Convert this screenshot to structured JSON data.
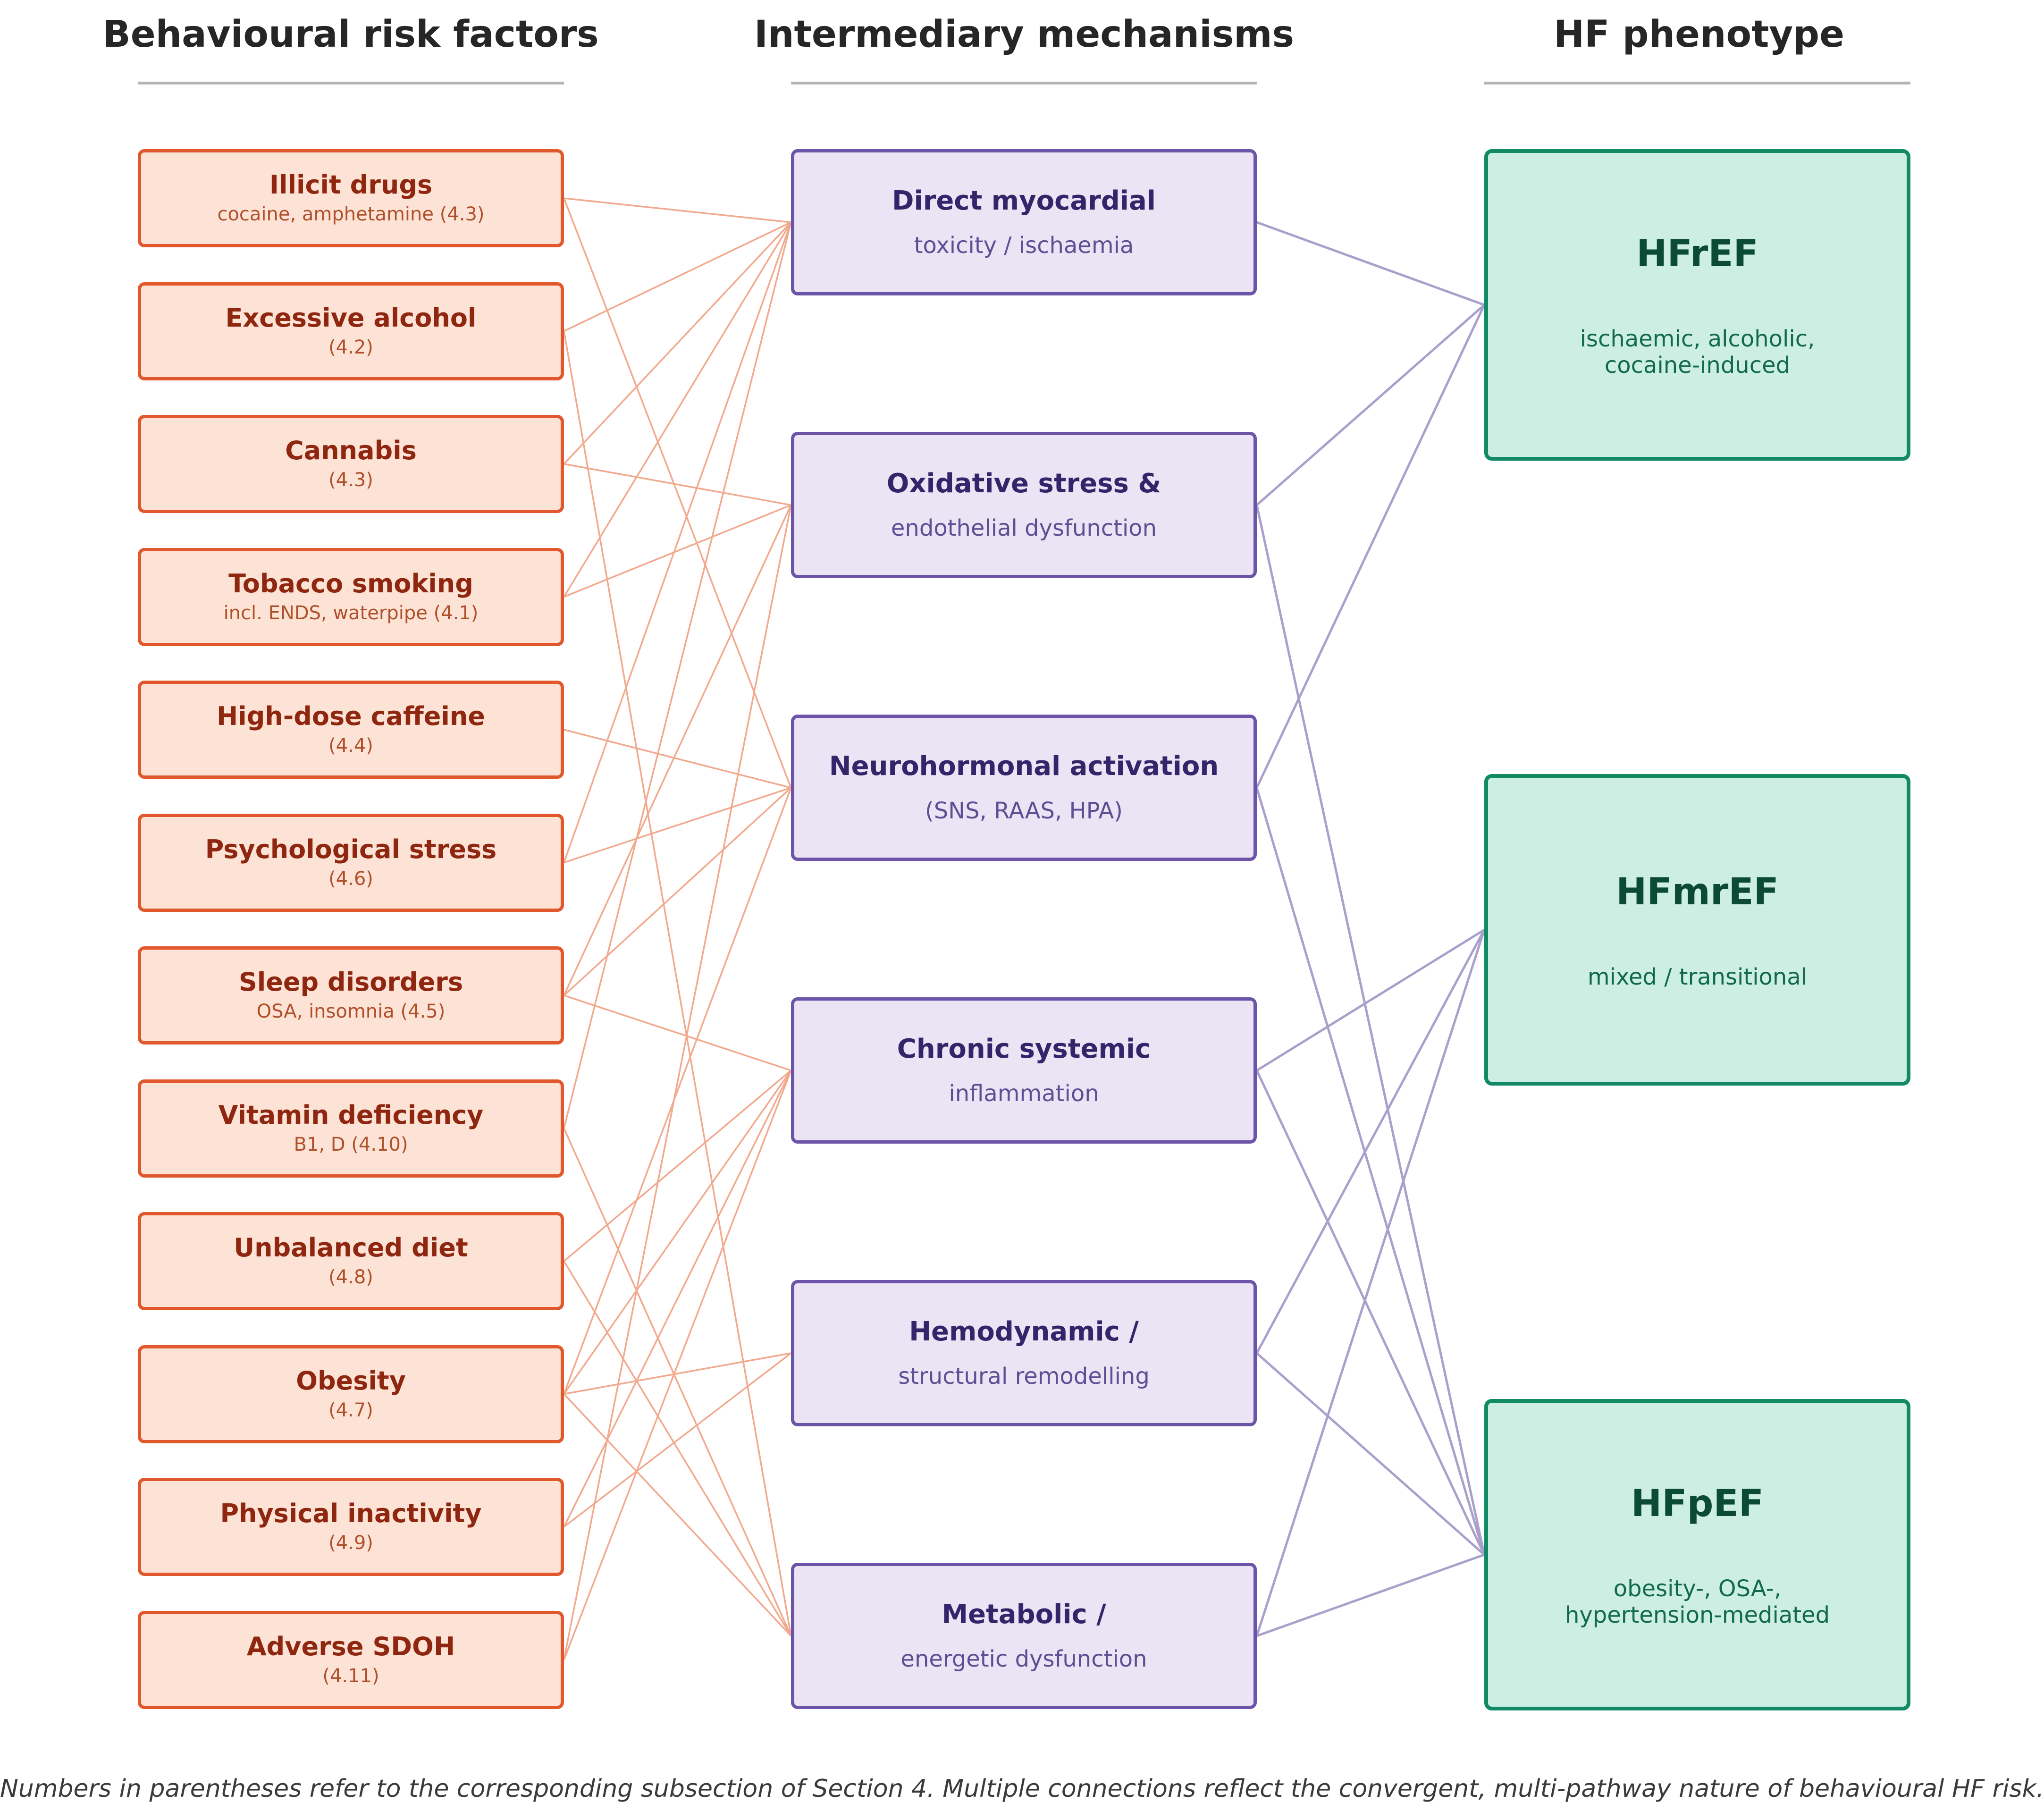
{
  "columns": {
    "risk_header": "Behavioural risk factors",
    "mechanism_header": "Intermediary mechanisms",
    "phenotype_header": "HF phenotype"
  },
  "risk_factors": [
    {
      "title": "Illicit drugs",
      "sub": "cocaine, amphetamine (4.3)"
    },
    {
      "title": "Excessive alcohol",
      "sub": "(4.2)"
    },
    {
      "title": "Cannabis",
      "sub": "(4.3)"
    },
    {
      "title": "Tobacco smoking",
      "sub": "incl. ENDS, waterpipe (4.1)"
    },
    {
      "title": "High-dose caffeine",
      "sub": "(4.4)"
    },
    {
      "title": "Psychological stress",
      "sub": "(4.6)"
    },
    {
      "title": "Sleep disorders",
      "sub": "OSA, insomnia (4.5)"
    },
    {
      "title": "Vitamin deficiency",
      "sub": "B1, D (4.10)"
    },
    {
      "title": "Unbalanced diet",
      "sub": "(4.8)"
    },
    {
      "title": "Obesity",
      "sub": "(4.7)"
    },
    {
      "title": "Physical inactivity",
      "sub": "(4.9)"
    },
    {
      "title": "Adverse SDOH",
      "sub": "(4.11)"
    }
  ],
  "mechanisms": [
    {
      "title": "Direct myocardial",
      "sub": "toxicity / ischaemia"
    },
    {
      "title": "Oxidative stress &",
      "sub": "endothelial dysfunction"
    },
    {
      "title": "Neurohormonal activation",
      "sub": "(SNS, RAAS, HPA)"
    },
    {
      "title": "Chronic systemic",
      "sub": "inflammation"
    },
    {
      "title": "Hemodynamic /",
      "sub": "structural remodelling"
    },
    {
      "title": "Metabolic /",
      "sub": "energetic dysfunction"
    }
  ],
  "phenotypes": [
    {
      "title": "HFrEF",
      "sub": "ischaemic, alcoholic,\ncocaine-induced"
    },
    {
      "title": "HFmrEF",
      "sub": "mixed / transitional"
    },
    {
      "title": "HFpEF",
      "sub": "obesity-, OSA-,\nhypertension-mediated"
    }
  ],
  "risk_to_mechanism_links": [
    [
      0,
      0
    ],
    [
      0,
      2
    ],
    [
      1,
      0
    ],
    [
      1,
      5
    ],
    [
      2,
      0
    ],
    [
      2,
      1
    ],
    [
      3,
      0
    ],
    [
      3,
      1
    ],
    [
      4,
      2
    ],
    [
      5,
      0
    ],
    [
      5,
      2
    ],
    [
      6,
      1
    ],
    [
      6,
      2
    ],
    [
      6,
      3
    ],
    [
      7,
      0
    ],
    [
      7,
      5
    ],
    [
      8,
      3
    ],
    [
      8,
      5
    ],
    [
      9,
      2
    ],
    [
      9,
      3
    ],
    [
      9,
      4
    ],
    [
      9,
      5
    ],
    [
      10,
      3
    ],
    [
      10,
      4
    ],
    [
      11,
      1
    ],
    [
      11,
      3
    ]
  ],
  "mechanism_to_phenotype_links": [
    [
      0,
      0
    ],
    [
      1,
      0
    ],
    [
      1,
      2
    ],
    [
      2,
      0
    ],
    [
      2,
      2
    ],
    [
      3,
      1
    ],
    [
      3,
      2
    ],
    [
      4,
      1
    ],
    [
      4,
      2
    ],
    [
      5,
      1
    ],
    [
      5,
      2
    ]
  ],
  "colors": {
    "risk_fill": "#fde3d6",
    "risk_border": "#e0582c",
    "risk_link": "#f2a98d",
    "mechanism_fill": "#ebe4f4",
    "mechanism_border": "#6c55a8",
    "mechanism_link": "#aaa0cc",
    "phenotype_fill": "#cdeee2",
    "phenotype_border": "#128a66"
  },
  "caption": "Numbers in parentheses refer to the corresponding subsection of Section 4. Multiple connections reflect the convergent, multi-pathway nature of behavioural HF risk."
}
